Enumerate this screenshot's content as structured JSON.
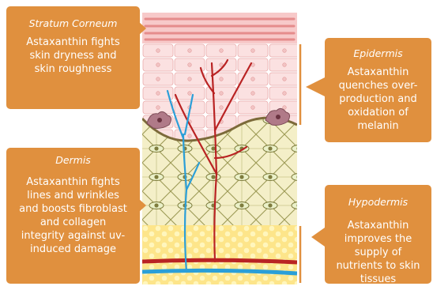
{
  "diagram": {
    "layers": [
      {
        "key": "stratum_corneum",
        "title": "Stratum Corneum",
        "text": "Astaxanthin fights skin dryness and skin roughness"
      },
      {
        "key": "epidermis",
        "title": "Epidermis",
        "text": "Astaxanthin quenches over-production and oxidation of melanin"
      },
      {
        "key": "dermis",
        "title": "Dermis",
        "text": "Astaxanthin fights lines and wrinkles and boosts fibroblast and collagen integrity against uv-induced damage"
      },
      {
        "key": "hypodermis",
        "title": "Hypodermis",
        "text": "Astaxanthin improves the supply of nutrients to skin tissues"
      }
    ],
    "colors": {
      "callout": "#e0903e",
      "callout_text": "#ffffff",
      "stratum_corneum": "#f7c9c9",
      "epidermis": "#fbe3e3",
      "dermis": "#f4efc8",
      "hypodermis": "#fde58a",
      "artery": "#b92323",
      "vein": "#2b9fd8"
    }
  }
}
